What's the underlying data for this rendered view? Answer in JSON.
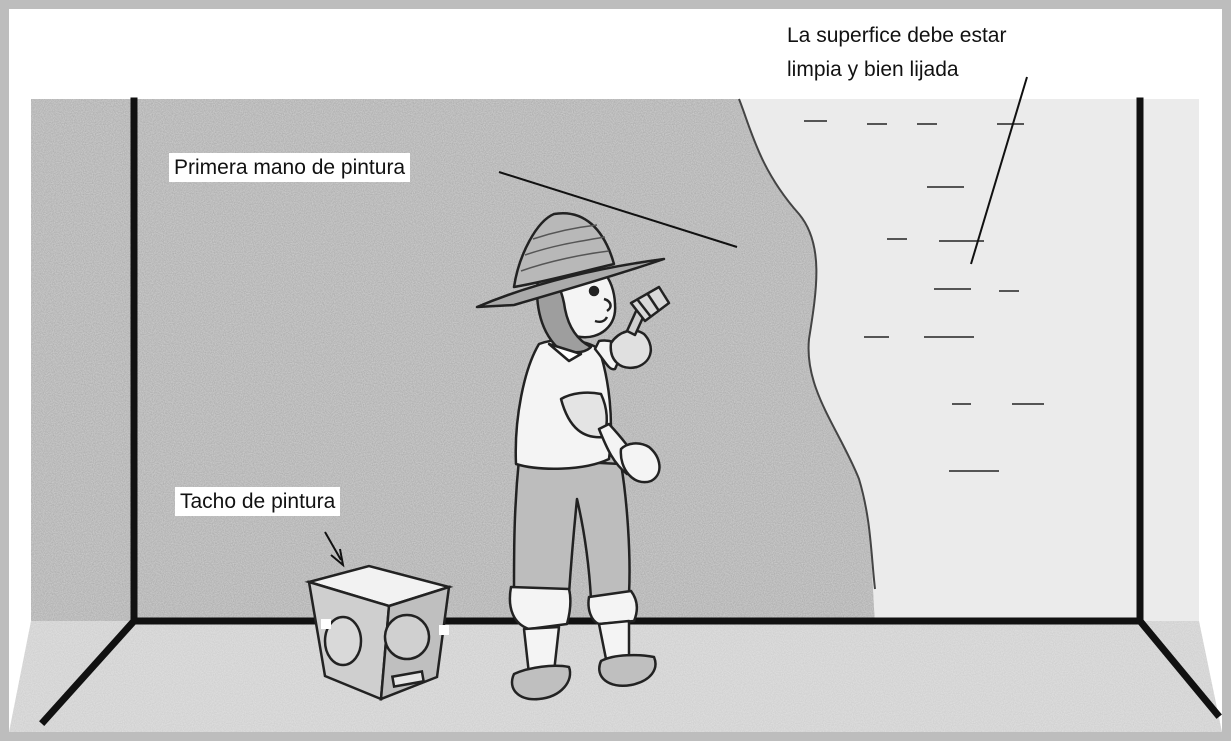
{
  "labels": {
    "superficie_line1": "La superfice debe estar",
    "superficie_line2": "limpia y bien lijada",
    "primera_mano": "Primera mano de pintura",
    "tacho": "Tacho de pintura"
  },
  "colors": {
    "painted_wall": "#d2d2d2",
    "unpainted_wall": "#ececec",
    "floor": "#e2e2e2",
    "ink": "#111111",
    "outer_border": "#bdbdbd"
  }
}
